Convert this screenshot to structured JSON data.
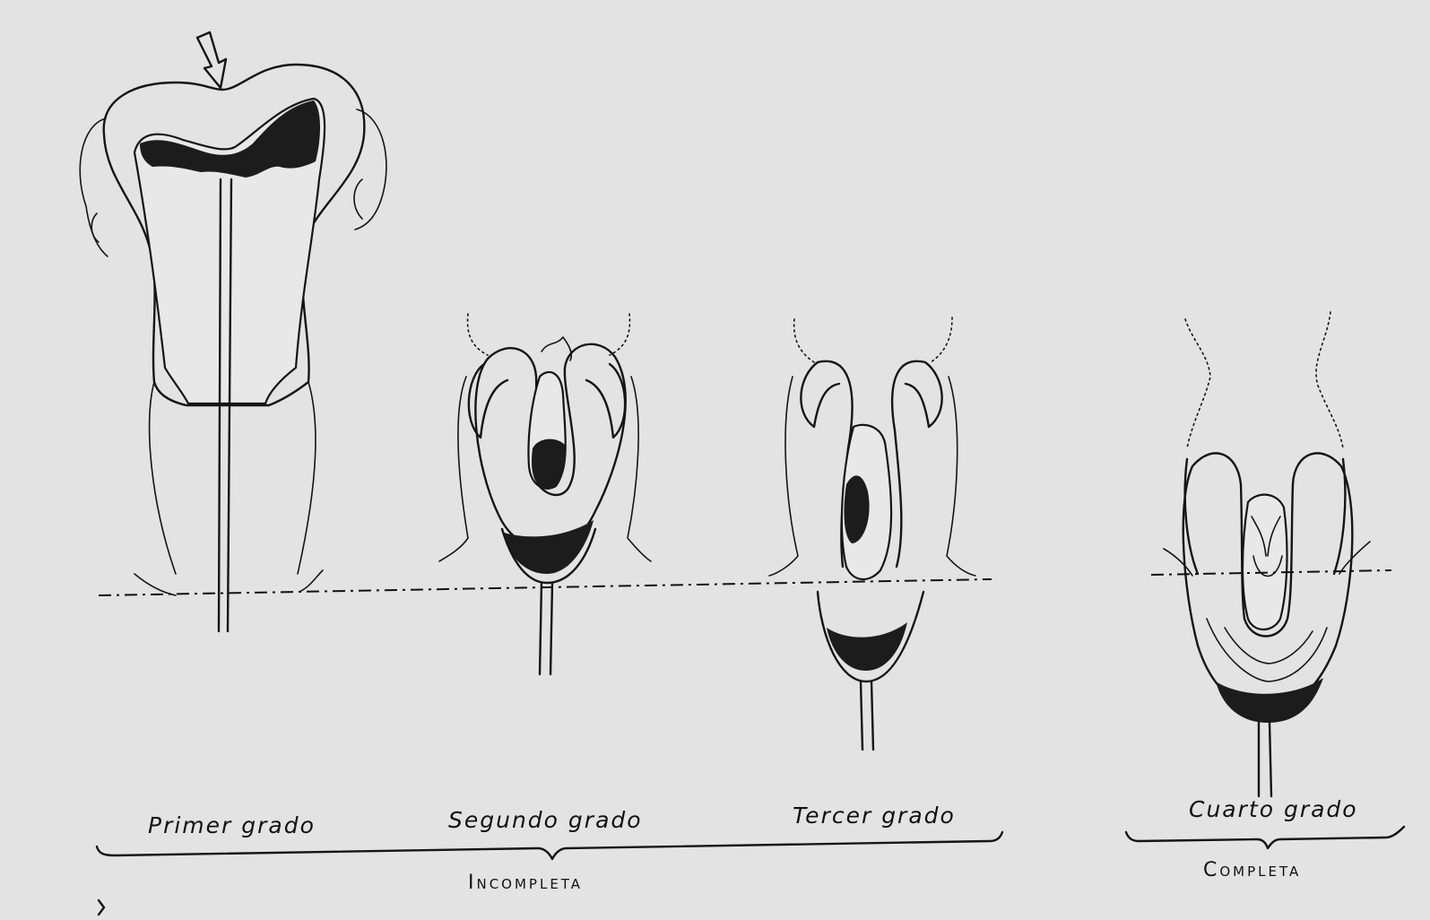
{
  "figure": {
    "stages": [
      {
        "label": "Primer grado"
      },
      {
        "label": "Segundo  grado"
      },
      {
        "label": "Tercer grado"
      },
      {
        "label": "Cuarto grado"
      }
    ],
    "groups": {
      "incomplete": "Incompleta",
      "complete": "Completa"
    }
  }
}
